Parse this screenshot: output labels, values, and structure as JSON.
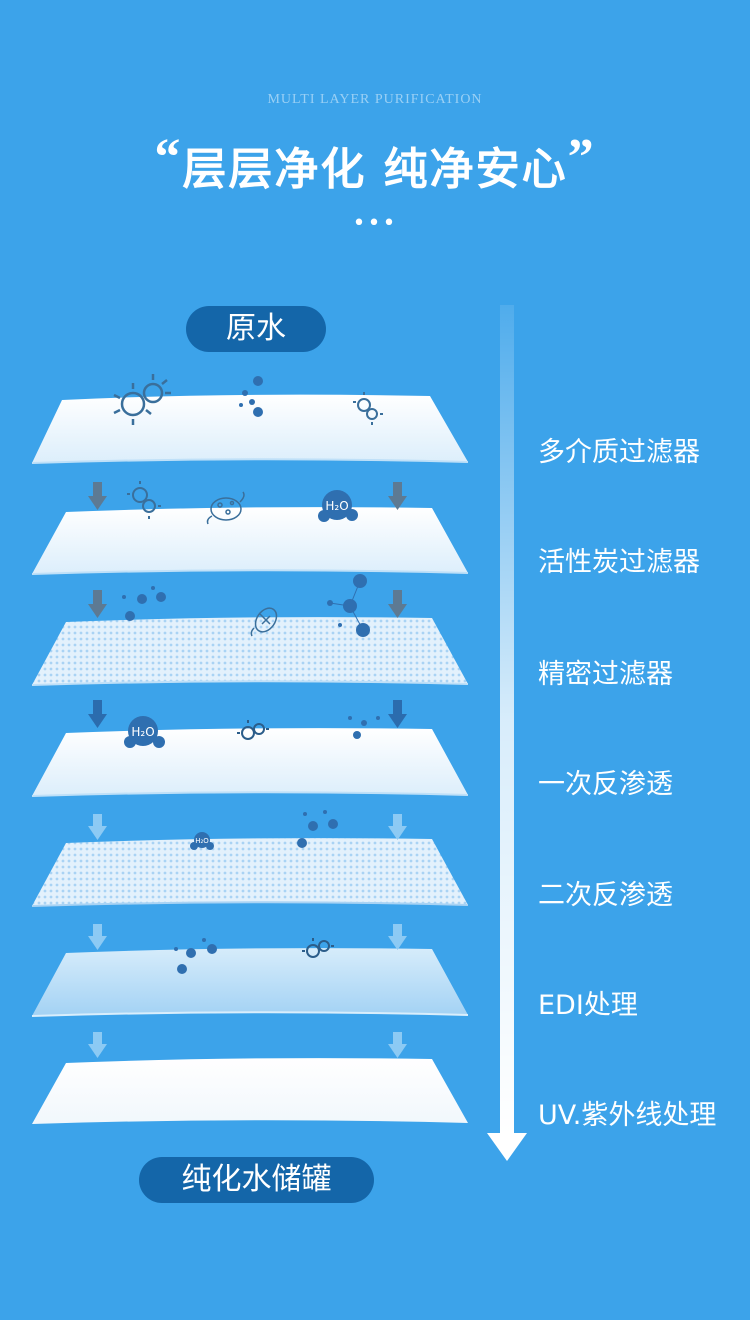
{
  "header": {
    "subtitle": "MULTI LAYER PURIFICATION",
    "title": "层层净化  纯净安心",
    "open_quote": "“",
    "close_quote": "”",
    "dots": "•••"
  },
  "flow": {
    "start_label": "原水",
    "end_label": "纯化水储罐"
  },
  "stages": [
    {
      "label": "多介质过滤器"
    },
    {
      "label": "活性炭过滤器"
    },
    {
      "label": "精密过滤器"
    },
    {
      "label": "一次反渗透"
    },
    {
      "label": "二次反渗透"
    },
    {
      "label": "EDI处理"
    },
    {
      "label": "UV.紫外线处理"
    }
  ],
  "molecule_text": "H₂O",
  "colors": {
    "background": "#3ca3ea",
    "pill": "#1466a9",
    "layer_white": "#f4f9fe",
    "layer_light_blue": "#cde8fb",
    "particle": "#2f6fb0"
  },
  "icons": [
    "bacteria-icon",
    "particle-cluster-icon",
    "water-molecule-icon",
    "microbe-icon",
    "down-arrow-icon"
  ]
}
